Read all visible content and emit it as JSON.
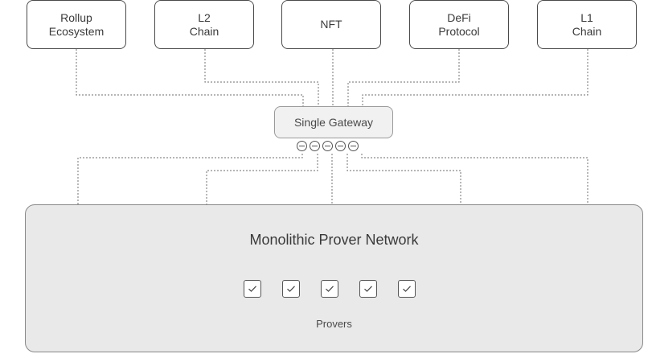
{
  "clients": [
    {
      "line1": "Rollup",
      "line2": "Ecosystem"
    },
    {
      "line1": "L2",
      "line2": "Chain"
    },
    {
      "line1": "NFT",
      "line2": ""
    },
    {
      "line1": "DeFi",
      "line2": "Protocol"
    },
    {
      "line1": "L1",
      "line2": "Chain"
    }
  ],
  "gateway": {
    "label": "Single Gateway",
    "port_count": 5
  },
  "network": {
    "title": "Monolithic Prover Network",
    "prover_count": 5,
    "provers_label": "Provers"
  },
  "colors": {
    "line": "#8a8a8a",
    "network_fill": "#e9e9e9",
    "gateway_fill": "#f1f1f1"
  }
}
